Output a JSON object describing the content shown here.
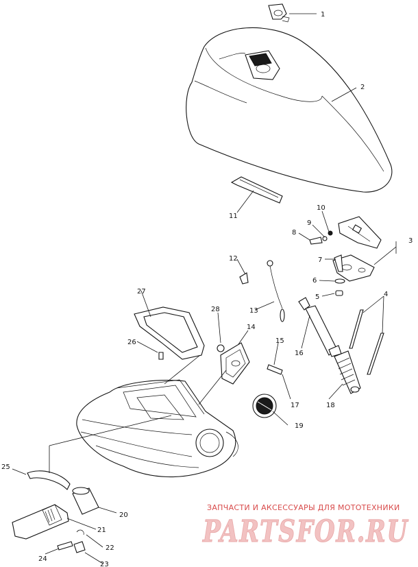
{
  "callouts": [
    {
      "label": "1"
    },
    {
      "label": "2"
    },
    {
      "label": "3"
    },
    {
      "label": "4"
    },
    {
      "label": "5"
    },
    {
      "label": "6"
    },
    {
      "label": "7"
    },
    {
      "label": "8"
    },
    {
      "label": "9"
    },
    {
      "label": "10"
    },
    {
      "label": "11"
    },
    {
      "label": "12"
    },
    {
      "label": "13"
    },
    {
      "label": "14"
    },
    {
      "label": "15"
    },
    {
      "label": "16"
    },
    {
      "label": "17"
    },
    {
      "label": "18"
    },
    {
      "label": "19"
    },
    {
      "label": "20"
    },
    {
      "label": "21"
    },
    {
      "label": "22"
    },
    {
      "label": "23"
    },
    {
      "label": "24"
    },
    {
      "label": "25"
    },
    {
      "label": "26"
    },
    {
      "label": "27"
    },
    {
      "label": "28"
    }
  ],
  "watermark": {
    "caption": "ЗАПЧАСТИ И АКСЕССУАРЫ ДЛЯ МОТОТЕХНИКИ",
    "logo": "PARTSFOR.RU",
    "color": "#d84a4a"
  }
}
